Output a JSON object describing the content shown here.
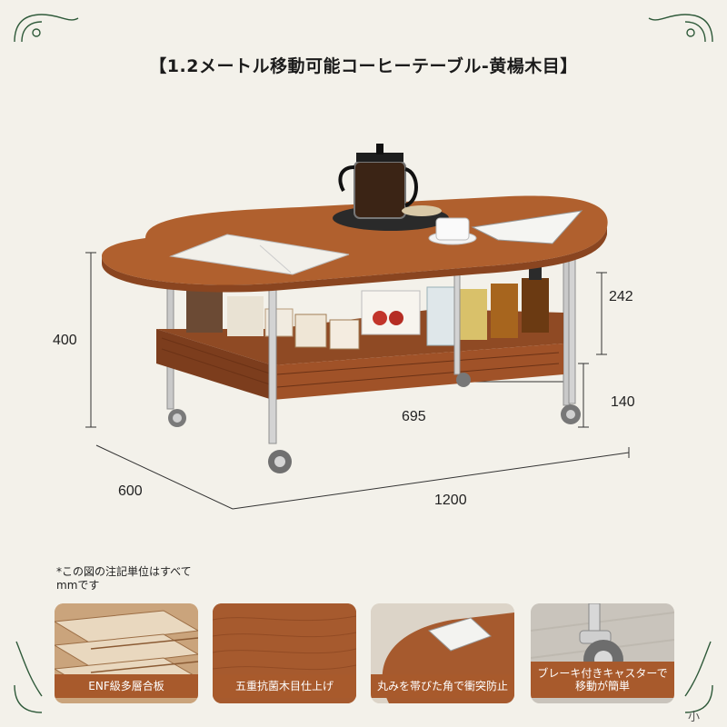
{
  "title": "【1.2メートル移動可能コーヒーテーブル-黄楊木目】",
  "dimensions": {
    "height": "400",
    "upper": "242",
    "lower": "140",
    "inner_width": "695",
    "depth": "600",
    "width": "1200"
  },
  "note": "*この図の注記単位はすべてmmです",
  "features": [
    {
      "caption": "ENF級多層合板",
      "icon": "plywood-layers"
    },
    {
      "caption": "五重抗菌木目仕上げ",
      "icon": "wood-grain"
    },
    {
      "caption": "丸みを帯びた角で衝突防止",
      "icon": "rounded-corner"
    },
    {
      "caption": "ブレーキ付きキャスターで移動が簡単",
      "icon": "caster-wheel"
    }
  ],
  "watermark": "小",
  "colors": {
    "background": "#f3f1ea",
    "wood": "#a85a2c",
    "caption_bg": "#a85a2c",
    "ornament": "#2f5a3a"
  }
}
